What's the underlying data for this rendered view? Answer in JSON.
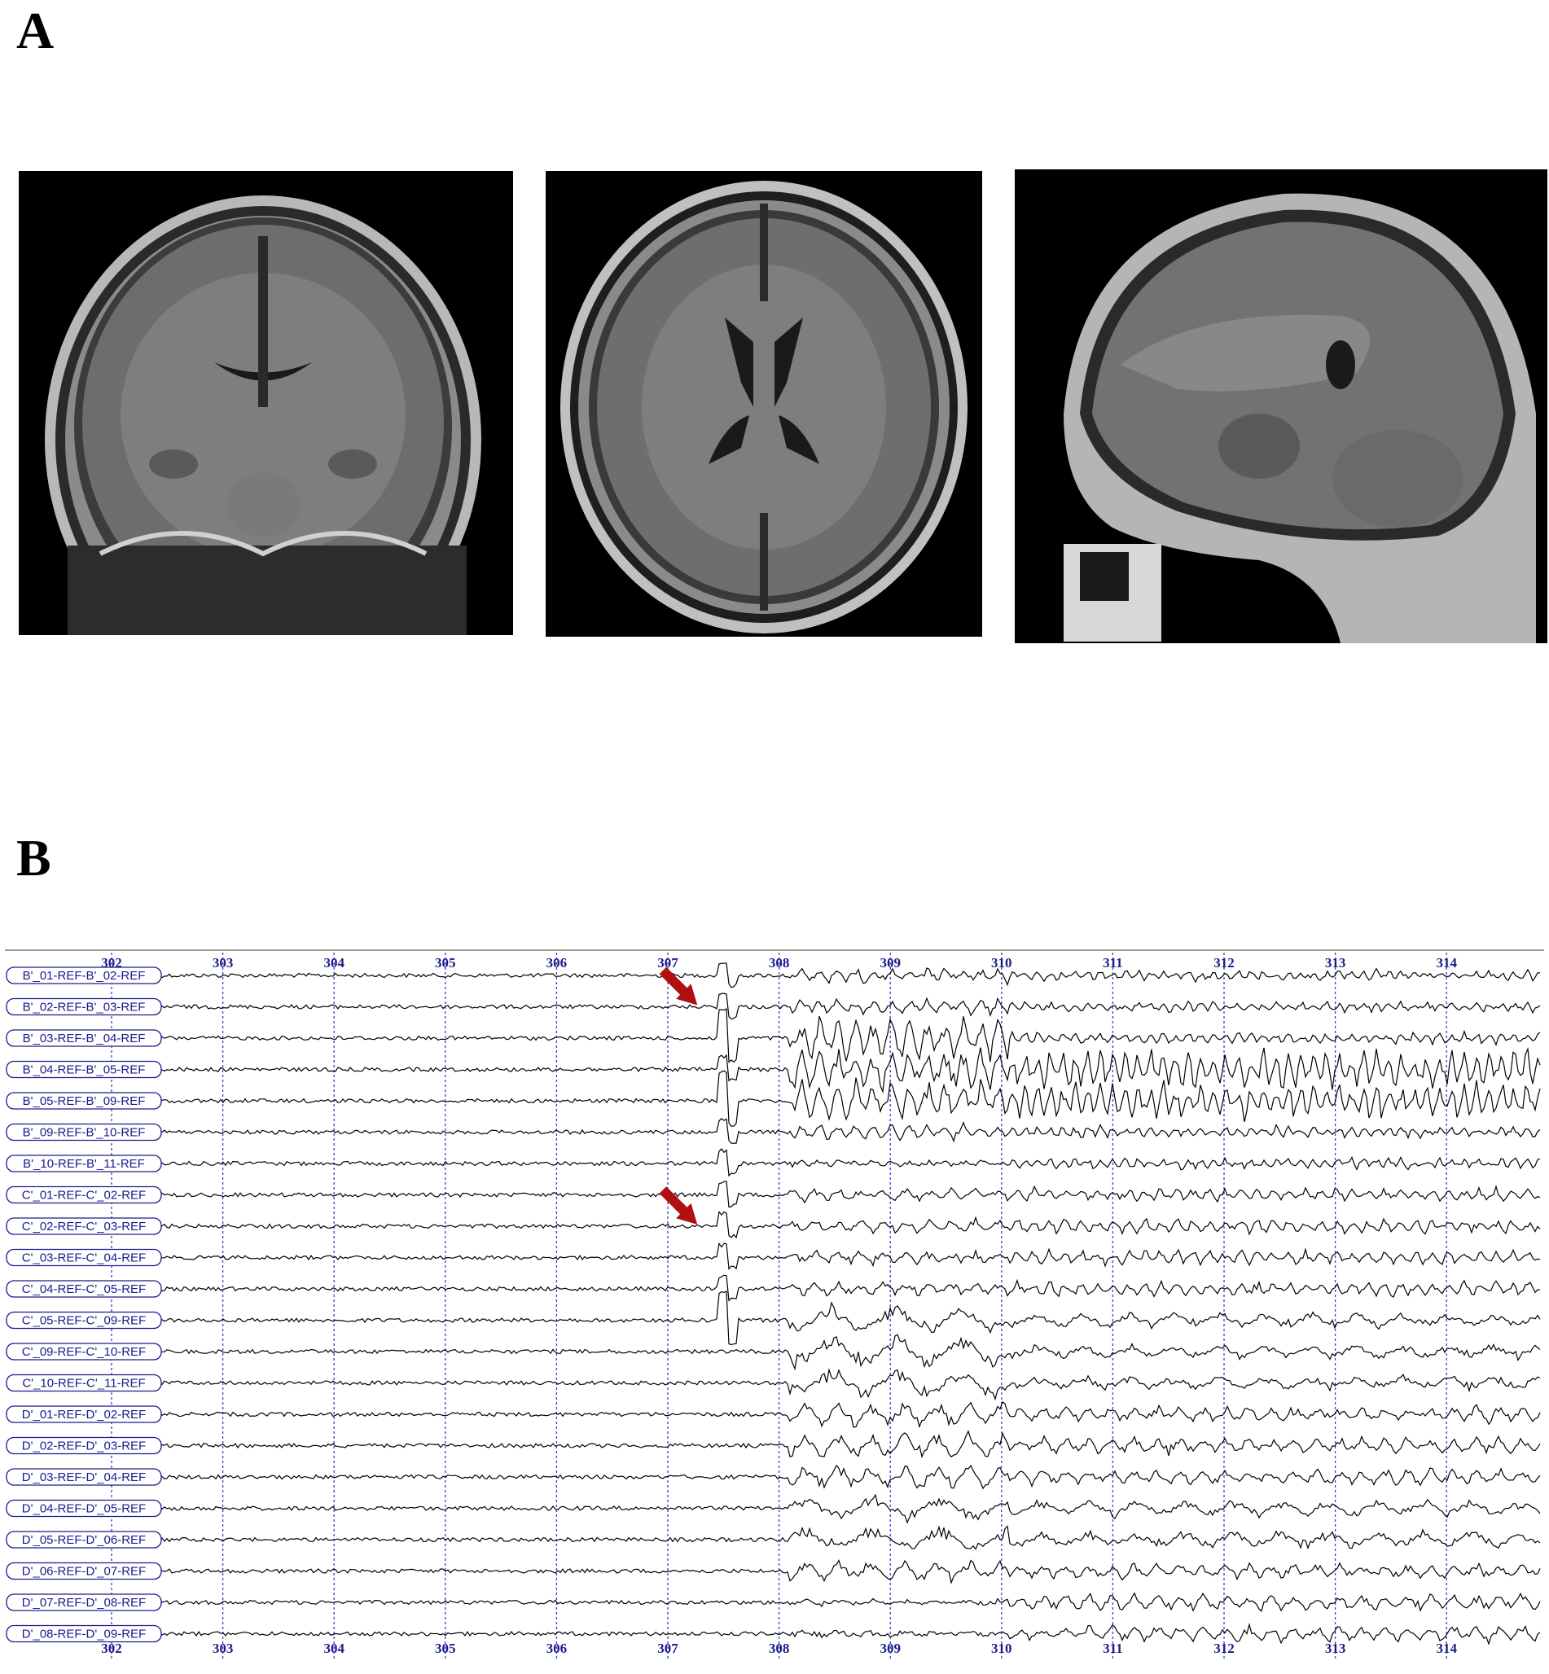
{
  "figure": {
    "panel_a_label": "A",
    "panel_b_label": "B"
  },
  "mri": {
    "views": [
      {
        "name": "coronal"
      },
      {
        "name": "axial"
      },
      {
        "name": "sagittal"
      }
    ]
  },
  "eeg": {
    "time_ticks": [
      "302",
      "303",
      "304",
      "305",
      "306",
      "307",
      "308",
      "309",
      "310",
      "311",
      "312",
      "313",
      "314"
    ],
    "channels": [
      "B'_01-REF-B'_02-REF",
      "B'_02-REF-B'_03-REF",
      "B'_03-REF-B'_04-REF",
      "B'_04-REF-B'_05-REF",
      "B'_05-REF-B'_09-REF",
      "B'_09-REF-B'_10-REF",
      "B'_10-REF-B'_11-REF",
      "C'_01-REF-C'_02-REF",
      "C'_02-REF-C'_03-REF",
      "C'_03-REF-C'_04-REF",
      "C'_04-REF-C'_05-REF",
      "C'_05-REF-C'_09-REF",
      "C'_09-REF-C'_10-REF",
      "C'_10-REF-C'_11-REF",
      "D'_01-REF-D'_02-REF",
      "D'_02-REF-D'_03-REF",
      "D'_03-REF-D'_04-REF",
      "D'_04-REF-D'_05-REF",
      "D'_05-REF-D'_06-REF",
      "D'_06-REF-D'_07-REF",
      "D'_07-REF-D'_08-REF",
      "D'_08-REF-D'_09-REF"
    ],
    "onset_time": 307.5,
    "arrows": [
      {
        "channel": "B'_02-REF-B'_03-REF"
      },
      {
        "channel": "C'_02-REF-C'_03-REF"
      }
    ],
    "colors": {
      "gridline": "#3b3bd0",
      "tick_label": "#1a1a8c",
      "channel_label": "#1a1a8c",
      "trace": "#000000",
      "arrow": "#b01010"
    }
  }
}
